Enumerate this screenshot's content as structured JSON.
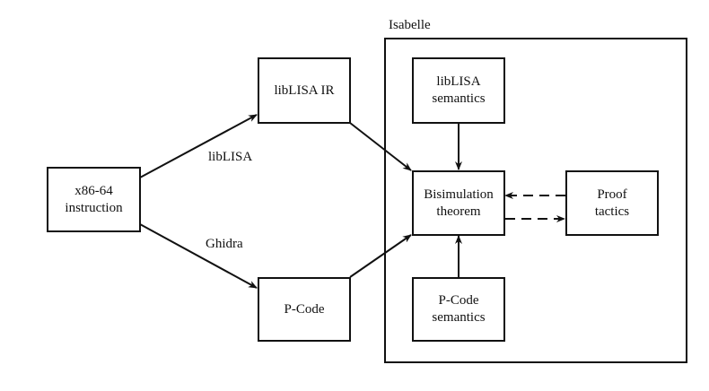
{
  "diagram": {
    "container": {
      "label": "Isabelle"
    },
    "nodes": {
      "x86": {
        "lines": [
          "x86-64",
          "instruction"
        ]
      },
      "liblisa_ir": {
        "lines": [
          "libLISA IR"
        ]
      },
      "pcode": {
        "lines": [
          "P-Code"
        ]
      },
      "liblisa_sem": {
        "lines": [
          "libLISA",
          "semantics"
        ]
      },
      "bisim": {
        "lines": [
          "Bisimulation",
          "theorem"
        ]
      },
      "proof": {
        "lines": [
          "Proof",
          "tactics"
        ]
      },
      "pcode_sem": {
        "lines": [
          "P-Code",
          "semantics"
        ]
      }
    },
    "edge_labels": {
      "liblisa": "libLISA",
      "ghidra": "Ghidra"
    },
    "edges": [
      {
        "from": "x86",
        "to": "liblisa_ir",
        "label": "libLISA",
        "style": "solid"
      },
      {
        "from": "x86",
        "to": "pcode",
        "label": "Ghidra",
        "style": "solid"
      },
      {
        "from": "liblisa_ir",
        "to": "bisim",
        "style": "solid"
      },
      {
        "from": "pcode",
        "to": "bisim",
        "style": "solid"
      },
      {
        "from": "liblisa_sem",
        "to": "bisim",
        "style": "solid"
      },
      {
        "from": "pcode_sem",
        "to": "bisim",
        "style": "solid"
      },
      {
        "from": "proof",
        "to": "bisim",
        "style": "dashed"
      },
      {
        "from": "bisim",
        "to": "proof",
        "style": "dashed"
      }
    ]
  }
}
